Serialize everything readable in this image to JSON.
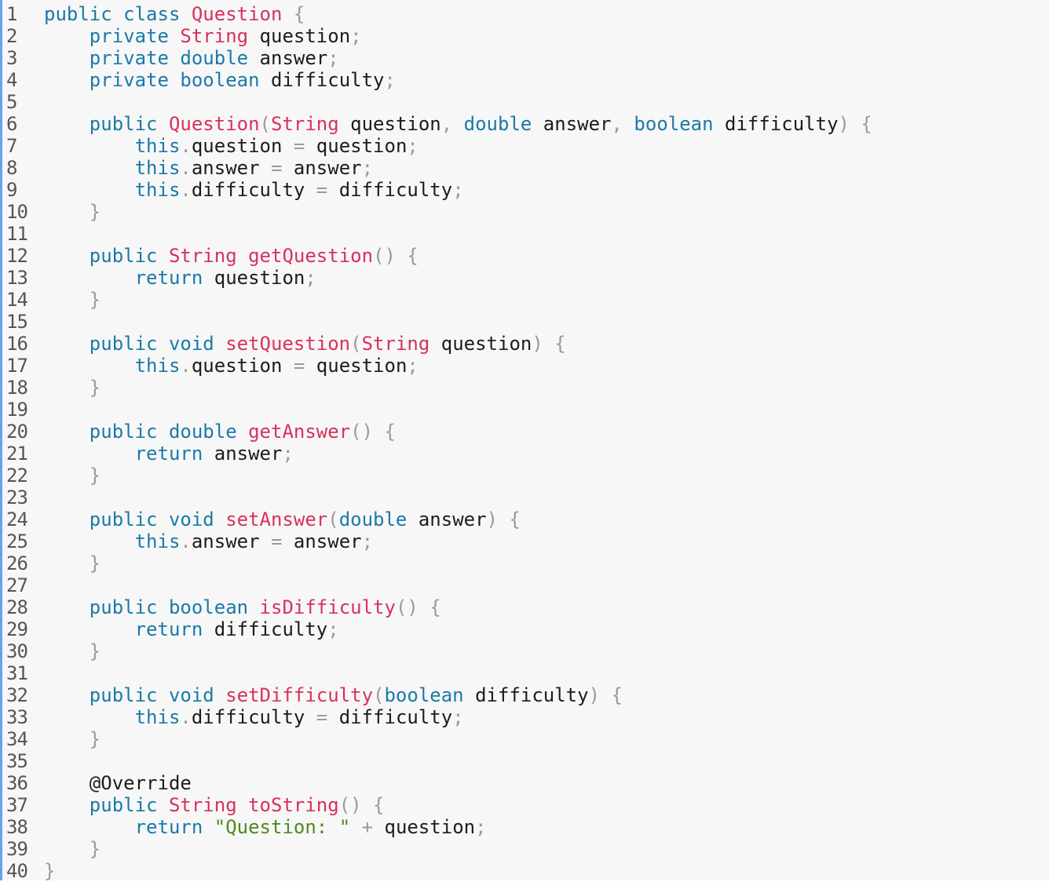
{
  "editor": {
    "line_numbers": [
      "1",
      "2",
      "3",
      "4",
      "5",
      "6",
      "7",
      "8",
      "9",
      "10",
      "11",
      "12",
      "13",
      "14",
      "15",
      "16",
      "17",
      "18",
      "19",
      "20",
      "21",
      "22",
      "23",
      "24",
      "25",
      "26",
      "27",
      "28",
      "29",
      "30",
      "31",
      "32",
      "33",
      "34",
      "35",
      "36",
      "37",
      "38",
      "39",
      "40"
    ],
    "lines": [
      [
        {
          "t": "kw",
          "v": "public class "
        },
        {
          "t": "type",
          "v": "Question"
        },
        {
          "t": "p",
          "v": " {"
        }
      ],
      [
        {
          "t": "id",
          "v": "    "
        },
        {
          "t": "kw",
          "v": "private "
        },
        {
          "t": "type",
          "v": "String"
        },
        {
          "t": "id",
          "v": " question"
        },
        {
          "t": "p",
          "v": ";"
        }
      ],
      [
        {
          "t": "id",
          "v": "    "
        },
        {
          "t": "kw",
          "v": "private double"
        },
        {
          "t": "id",
          "v": " answer"
        },
        {
          "t": "p",
          "v": ";"
        }
      ],
      [
        {
          "t": "id",
          "v": "    "
        },
        {
          "t": "kw",
          "v": "private boolean"
        },
        {
          "t": "id",
          "v": " difficulty"
        },
        {
          "t": "p",
          "v": ";"
        }
      ],
      [],
      [
        {
          "t": "id",
          "v": "    "
        },
        {
          "t": "kw",
          "v": "public "
        },
        {
          "t": "fn",
          "v": "Question"
        },
        {
          "t": "p",
          "v": "("
        },
        {
          "t": "type",
          "v": "String"
        },
        {
          "t": "id",
          "v": " question"
        },
        {
          "t": "p",
          "v": ", "
        },
        {
          "t": "kw",
          "v": "double"
        },
        {
          "t": "id",
          "v": " answer"
        },
        {
          "t": "p",
          "v": ", "
        },
        {
          "t": "kw",
          "v": "boolean"
        },
        {
          "t": "id",
          "v": " difficulty"
        },
        {
          "t": "p",
          "v": ") {"
        }
      ],
      [
        {
          "t": "id",
          "v": "        "
        },
        {
          "t": "kw",
          "v": "this"
        },
        {
          "t": "p",
          "v": "."
        },
        {
          "t": "id",
          "v": "question "
        },
        {
          "t": "op",
          "v": "="
        },
        {
          "t": "id",
          "v": " question"
        },
        {
          "t": "p",
          "v": ";"
        }
      ],
      [
        {
          "t": "id",
          "v": "        "
        },
        {
          "t": "kw",
          "v": "this"
        },
        {
          "t": "p",
          "v": "."
        },
        {
          "t": "id",
          "v": "answer "
        },
        {
          "t": "op",
          "v": "="
        },
        {
          "t": "id",
          "v": " answer"
        },
        {
          "t": "p",
          "v": ";"
        }
      ],
      [
        {
          "t": "id",
          "v": "        "
        },
        {
          "t": "kw",
          "v": "this"
        },
        {
          "t": "p",
          "v": "."
        },
        {
          "t": "id",
          "v": "difficulty "
        },
        {
          "t": "op",
          "v": "="
        },
        {
          "t": "id",
          "v": " difficulty"
        },
        {
          "t": "p",
          "v": ";"
        }
      ],
      [
        {
          "t": "id",
          "v": "    "
        },
        {
          "t": "p",
          "v": "}"
        }
      ],
      [],
      [
        {
          "t": "id",
          "v": "    "
        },
        {
          "t": "kw",
          "v": "public "
        },
        {
          "t": "type",
          "v": "String"
        },
        {
          "t": "id",
          "v": " "
        },
        {
          "t": "fn",
          "v": "getQuestion"
        },
        {
          "t": "p",
          "v": "() {"
        }
      ],
      [
        {
          "t": "id",
          "v": "        "
        },
        {
          "t": "kw",
          "v": "return"
        },
        {
          "t": "id",
          "v": " question"
        },
        {
          "t": "p",
          "v": ";"
        }
      ],
      [
        {
          "t": "id",
          "v": "    "
        },
        {
          "t": "p",
          "v": "}"
        }
      ],
      [],
      [
        {
          "t": "id",
          "v": "    "
        },
        {
          "t": "kw",
          "v": "public void "
        },
        {
          "t": "fn",
          "v": "setQuestion"
        },
        {
          "t": "p",
          "v": "("
        },
        {
          "t": "type",
          "v": "String"
        },
        {
          "t": "id",
          "v": " question"
        },
        {
          "t": "p",
          "v": ") {"
        }
      ],
      [
        {
          "t": "id",
          "v": "        "
        },
        {
          "t": "kw",
          "v": "this"
        },
        {
          "t": "p",
          "v": "."
        },
        {
          "t": "id",
          "v": "question "
        },
        {
          "t": "op",
          "v": "="
        },
        {
          "t": "id",
          "v": " question"
        },
        {
          "t": "p",
          "v": ";"
        }
      ],
      [
        {
          "t": "id",
          "v": "    "
        },
        {
          "t": "p",
          "v": "}"
        }
      ],
      [],
      [
        {
          "t": "id",
          "v": "    "
        },
        {
          "t": "kw",
          "v": "public double "
        },
        {
          "t": "fn",
          "v": "getAnswer"
        },
        {
          "t": "p",
          "v": "() {"
        }
      ],
      [
        {
          "t": "id",
          "v": "        "
        },
        {
          "t": "kw",
          "v": "return"
        },
        {
          "t": "id",
          "v": " answer"
        },
        {
          "t": "p",
          "v": ";"
        }
      ],
      [
        {
          "t": "id",
          "v": "    "
        },
        {
          "t": "p",
          "v": "}"
        }
      ],
      [],
      [
        {
          "t": "id",
          "v": "    "
        },
        {
          "t": "kw",
          "v": "public void "
        },
        {
          "t": "fn",
          "v": "setAnswer"
        },
        {
          "t": "p",
          "v": "("
        },
        {
          "t": "kw",
          "v": "double"
        },
        {
          "t": "id",
          "v": " answer"
        },
        {
          "t": "p",
          "v": ") {"
        }
      ],
      [
        {
          "t": "id",
          "v": "        "
        },
        {
          "t": "kw",
          "v": "this"
        },
        {
          "t": "p",
          "v": "."
        },
        {
          "t": "id",
          "v": "answer "
        },
        {
          "t": "op",
          "v": "="
        },
        {
          "t": "id",
          "v": " answer"
        },
        {
          "t": "p",
          "v": ";"
        }
      ],
      [
        {
          "t": "id",
          "v": "    "
        },
        {
          "t": "p",
          "v": "}"
        }
      ],
      [],
      [
        {
          "t": "id",
          "v": "    "
        },
        {
          "t": "kw",
          "v": "public boolean "
        },
        {
          "t": "fn",
          "v": "isDifficulty"
        },
        {
          "t": "p",
          "v": "() {"
        }
      ],
      [
        {
          "t": "id",
          "v": "        "
        },
        {
          "t": "kw",
          "v": "return"
        },
        {
          "t": "id",
          "v": " difficulty"
        },
        {
          "t": "p",
          "v": ";"
        }
      ],
      [
        {
          "t": "id",
          "v": "    "
        },
        {
          "t": "p",
          "v": "}"
        }
      ],
      [],
      [
        {
          "t": "id",
          "v": "    "
        },
        {
          "t": "kw",
          "v": "public void "
        },
        {
          "t": "fn",
          "v": "setDifficulty"
        },
        {
          "t": "p",
          "v": "("
        },
        {
          "t": "kw",
          "v": "boolean"
        },
        {
          "t": "id",
          "v": " difficulty"
        },
        {
          "t": "p",
          "v": ") {"
        }
      ],
      [
        {
          "t": "id",
          "v": "        "
        },
        {
          "t": "kw",
          "v": "this"
        },
        {
          "t": "p",
          "v": "."
        },
        {
          "t": "id",
          "v": "difficulty "
        },
        {
          "t": "op",
          "v": "="
        },
        {
          "t": "id",
          "v": " difficulty"
        },
        {
          "t": "p",
          "v": ";"
        }
      ],
      [
        {
          "t": "id",
          "v": "    "
        },
        {
          "t": "p",
          "v": "}"
        }
      ],
      [],
      [
        {
          "t": "id",
          "v": "    "
        },
        {
          "t": "ann",
          "v": "@Override"
        }
      ],
      [
        {
          "t": "id",
          "v": "    "
        },
        {
          "t": "kw",
          "v": "public "
        },
        {
          "t": "type",
          "v": "String"
        },
        {
          "t": "id",
          "v": " "
        },
        {
          "t": "fn",
          "v": "toString"
        },
        {
          "t": "p",
          "v": "() {"
        }
      ],
      [
        {
          "t": "id",
          "v": "        "
        },
        {
          "t": "kw",
          "v": "return "
        },
        {
          "t": "str",
          "v": "\"Question: \""
        },
        {
          "t": "op",
          "v": " + "
        },
        {
          "t": "id",
          "v": "question"
        },
        {
          "t": "p",
          "v": ";"
        }
      ],
      [
        {
          "t": "id",
          "v": "    "
        },
        {
          "t": "p",
          "v": "}"
        }
      ],
      [
        {
          "t": "p",
          "v": "}"
        }
      ]
    ]
  },
  "colors": {
    "background": "#f7f7f7",
    "gutter_border": "#6aa3e8",
    "keyword": "#1a7aa8",
    "type": "#d8315b",
    "string": "#4d8a1f",
    "punctuation": "#9a9a9a"
  }
}
